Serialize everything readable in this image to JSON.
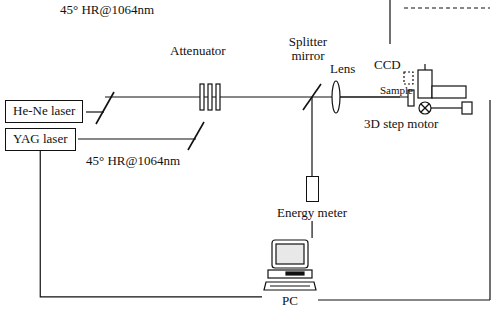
{
  "diagram": {
    "nodes": [
      {
        "text": [
          "He-Ne laser"
        ]
      },
      {
        "text": [
          "YAG laser"
        ]
      },
      {
        "text": [
          "Energy meter"
        ]
      },
      {
        "text": [
          "PC"
        ]
      }
    ],
    "edges": [
      {
        "from": 1,
        "to": 3,
        "arrow": "none"
      },
      {
        "from": 2,
        "to": 3,
        "arrow": "none"
      }
    ],
    "labels": [
      "45° HR@1064nm",
      "Attenuator",
      "Splitter mirror",
      "Lens",
      "CCD",
      "Sample",
      "3D step motor",
      "45° HR@1064nm"
    ]
  }
}
